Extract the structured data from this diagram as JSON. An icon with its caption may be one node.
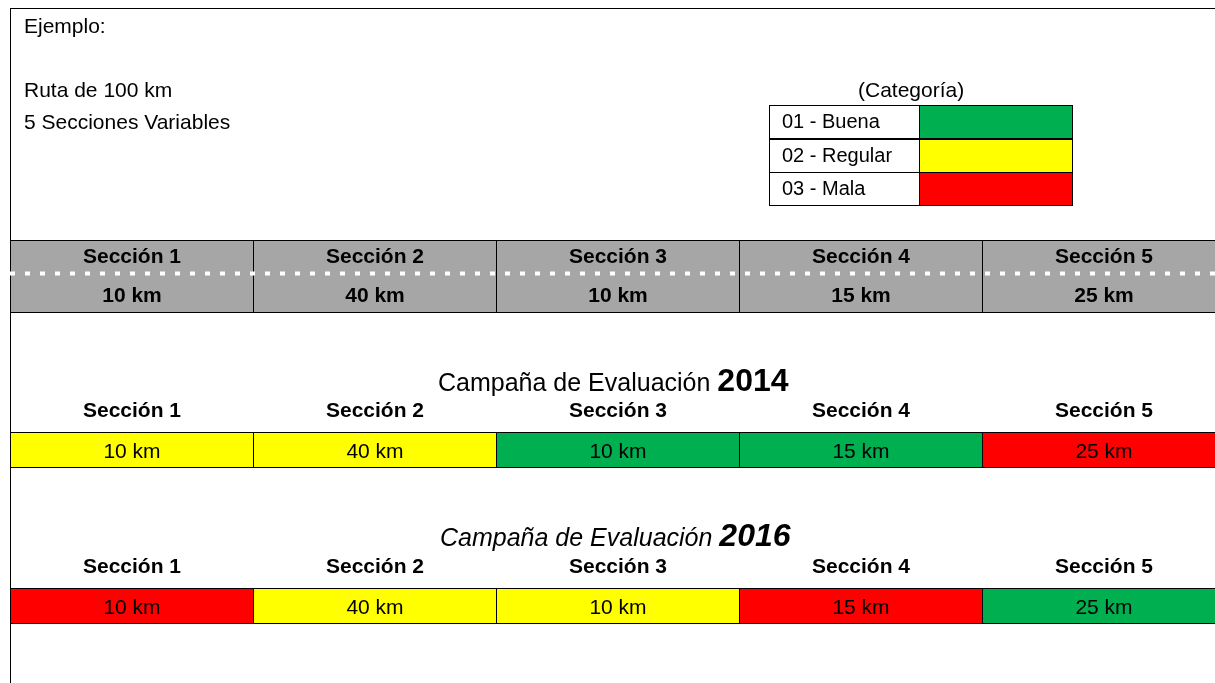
{
  "diagram": {
    "nodes": [
      {
        "text": [
          "Sección 1",
          "10 km"
        ]
      },
      {
        "text": [
          "Sección 2",
          "40 km"
        ]
      },
      {
        "text": [
          "Sección 3",
          "10 km"
        ]
      },
      {
        "text": [
          "Sección 4",
          "15 km"
        ]
      },
      {
        "text": [
          "Sección 5",
          "25 km"
        ]
      },
      {
        "text": [
          "Sección 1",
          "10 km"
        ]
      },
      {
        "text": [
          "Sección 2",
          "40 km"
        ]
      },
      {
        "text": [
          "Sección 3",
          "10 km"
        ]
      },
      {
        "text": [
          "Sección 4",
          "15 km"
        ]
      },
      {
        "text": [
          "Sección 5",
          "25 km"
        ]
      },
      {
        "text": [
          "Sección 1",
          "10 km"
        ]
      },
      {
        "text": [
          "Sección 2",
          "40 km"
        ]
      },
      {
        "text": [
          "Sección 3",
          "10 km"
        ]
      },
      {
        "text": [
          "Sección 4",
          "15 km"
        ]
      },
      {
        "text": [
          "Sección 5",
          "25 km"
        ]
      }
    ],
    "edges": [],
    "labels": [
      "Ejemplo:",
      "Ruta de 100 km",
      "5 Secciones Variables",
      "(Categoría)",
      "Campaña de Evaluación **2014**",
      "Campaña de Evaluación **2016**"
    ],
    "legend": [
      {
        "text": "01 - Buena",
        "color": "#00b050"
      },
      {
        "text": "02 - Regular",
        "color": "#ffff00"
      },
      {
        "text": "03 - Mala",
        "color": "#ff0000"
      }
    ]
  }
}
